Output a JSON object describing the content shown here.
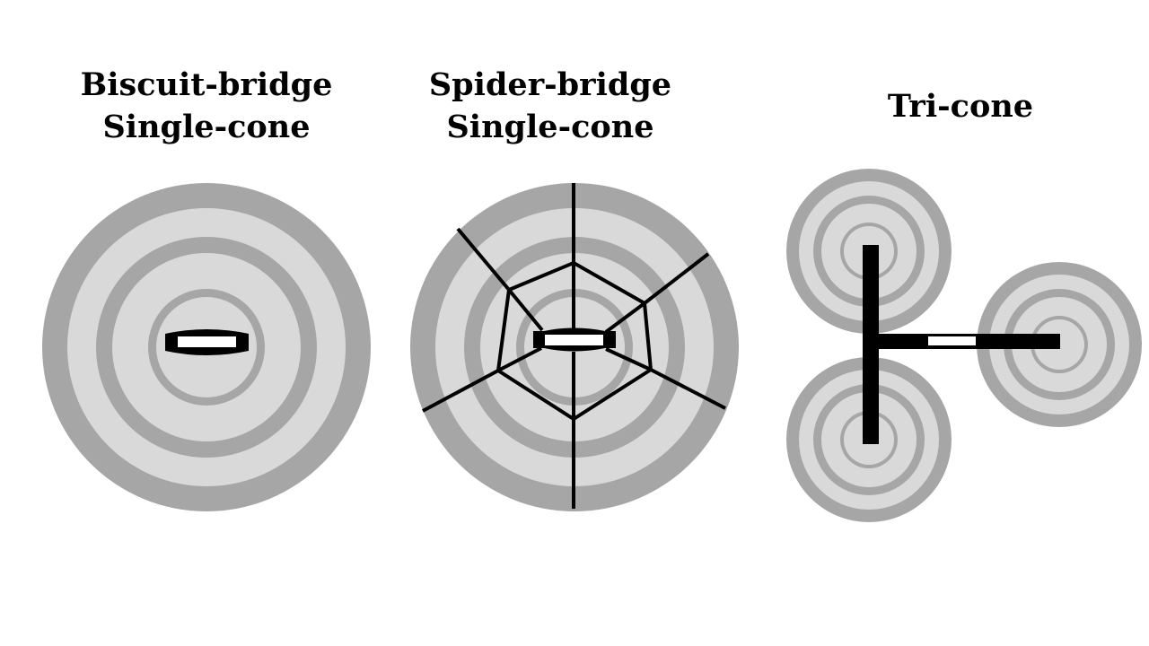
{
  "diagrams": [
    {
      "id": "biscuit",
      "title_lines": [
        "Biscuit-bridge",
        "Single-cone"
      ],
      "cone_count": 1,
      "bridge": "biscuit"
    },
    {
      "id": "spider",
      "title_lines": [
        "Spider-bridge",
        "Single-cone"
      ],
      "cone_count": 1,
      "bridge": "spider"
    },
    {
      "id": "tricone",
      "title_lines": [
        "Tri-cone"
      ],
      "cone_count": 3,
      "bridge": "T-bridge"
    }
  ],
  "colors": {
    "ring_dark": "#a6a6a6",
    "cone_light": "#d9d9d9",
    "bridge": "#000000",
    "saddle": "#ffffff",
    "background": "#ffffff"
  }
}
